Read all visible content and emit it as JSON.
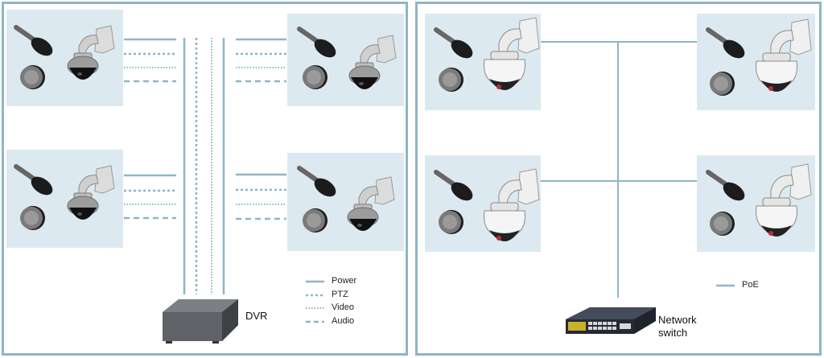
{
  "analog_system": {
    "recorder_label": "DVR",
    "legend": [
      {
        "label": "Power",
        "style": "solid"
      },
      {
        "label": "PTZ",
        "style": "dotted-large"
      },
      {
        "label": "Video",
        "style": "dotted-fine"
      },
      {
        "label": "Audio",
        "style": "dashed"
      }
    ]
  },
  "ip_system": {
    "switch_label_line1": "Network",
    "switch_label_line2": "switch",
    "legend": [
      {
        "label": "PoE",
        "style": "solid"
      }
    ]
  },
  "colors": {
    "panel_border": "#8fb5c6",
    "line": "#8fb5c6",
    "camera_box": "#dde9f0"
  }
}
